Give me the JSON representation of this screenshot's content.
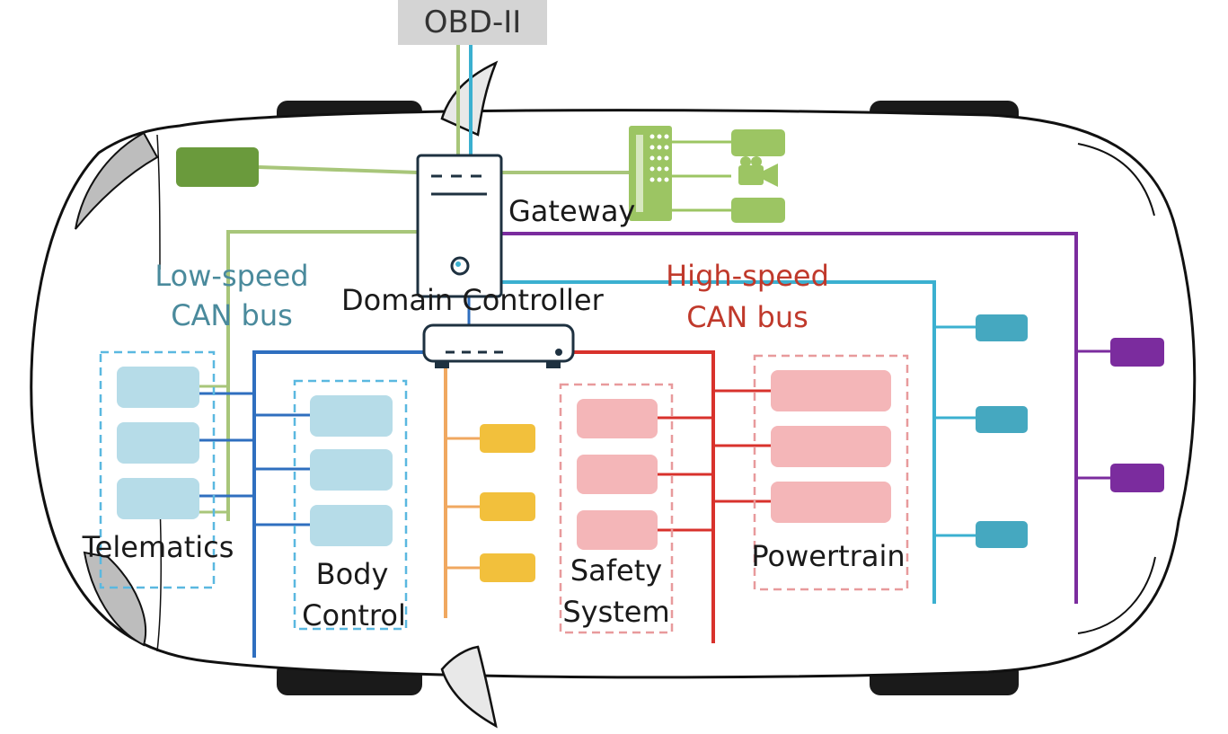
{
  "labels": {
    "obd": "OBD-II",
    "gateway": "Gateway",
    "domain_controller": "Domain Controller",
    "low_speed_line1": "Low-speed",
    "low_speed_line2": "CAN bus",
    "high_speed_line1": "High-speed",
    "high_speed_line2": "CAN bus",
    "telematics": "Telematics",
    "body_line1": "Body",
    "body_line2": "Control",
    "safety_line1": "Safety",
    "safety_line2": "System",
    "powertrain": "Powertrain"
  },
  "colors": {
    "low_speed_text": "#4a8a9c",
    "high_speed_text": "#c0392b",
    "green_bus": "#a8c67a",
    "dark_green_module": "#6a9a3c",
    "green_module": "#9cc563",
    "blue_bus": "#2f6fbf",
    "light_blue_module": "#b6dce8",
    "cyan_bus": "#3bb0d0",
    "teal_module": "#45a8c0",
    "purple_bus": "#7b2c9e",
    "purple_module": "#7b2c9e",
    "orange_bus": "#f0a860",
    "yellow_module": "#f2c03c",
    "red_bus": "#d8322c",
    "pink_module": "#f4b6b8",
    "obd_box": "#d4d4d4"
  },
  "icons": [
    "car-body-outline",
    "server-icon",
    "router-icon",
    "camera-icon",
    "keypad-icon"
  ]
}
